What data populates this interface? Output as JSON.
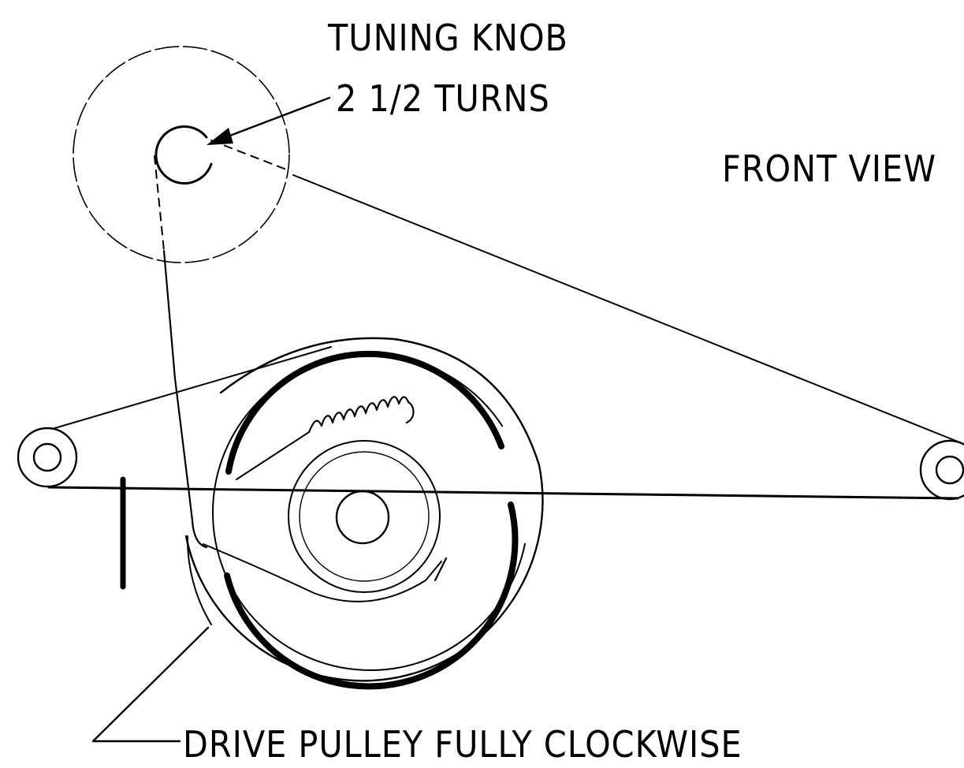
{
  "labels": {
    "tuning_knob": "TUNING KNOB",
    "turns": "2 1/2 TURNS",
    "front_view": "FRONT VIEW",
    "drive_pulley": "DRIVE PULLEY FULLY CLOCKWISE"
  },
  "colors": {
    "line": "#000000",
    "background": "#ffffff"
  }
}
